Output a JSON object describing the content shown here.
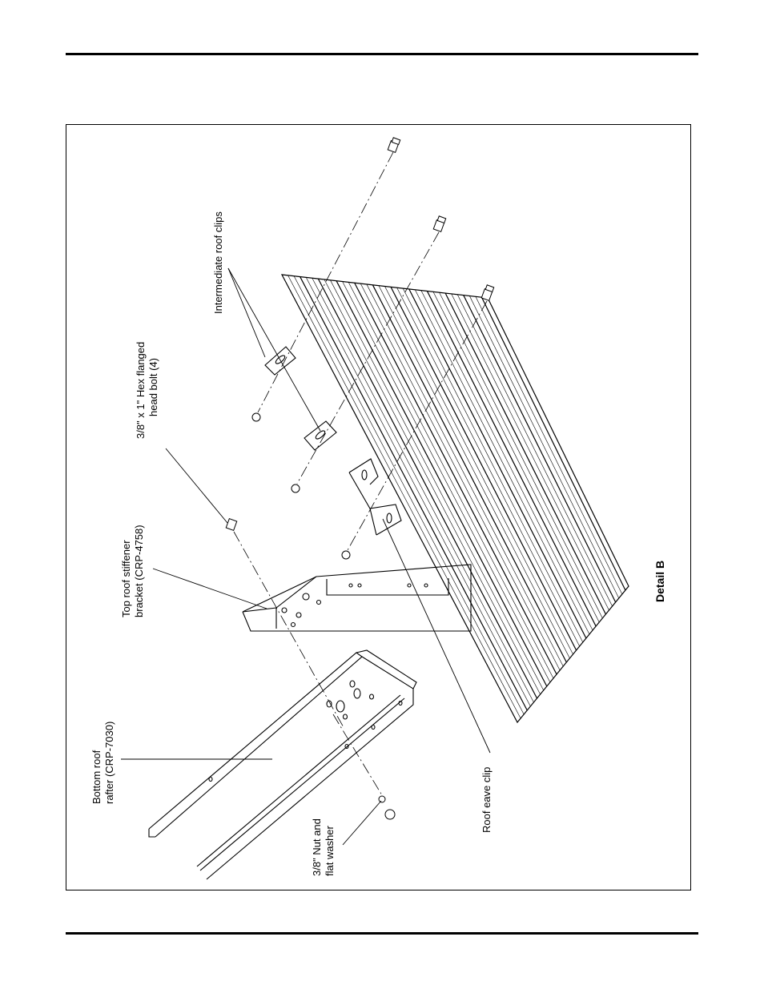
{
  "labels": {
    "intermediate_clips": "Intermediate roof clips",
    "hex_bolt_line1": "3/8\" x 1\" Hex flanged",
    "hex_bolt_line2": "head bolt (4)",
    "stiffener_line1": "Top roof stiffener",
    "stiffener_line2": "bracket (CRP-4758)",
    "rafter_line1": "Bottom roof",
    "rafter_line2": "rafter (CRP-7030)",
    "nut_line1": "3/8\" Nut and",
    "nut_line2": "flat washer",
    "eave_clip": "Roof eave clip",
    "detail": "Detail B"
  }
}
